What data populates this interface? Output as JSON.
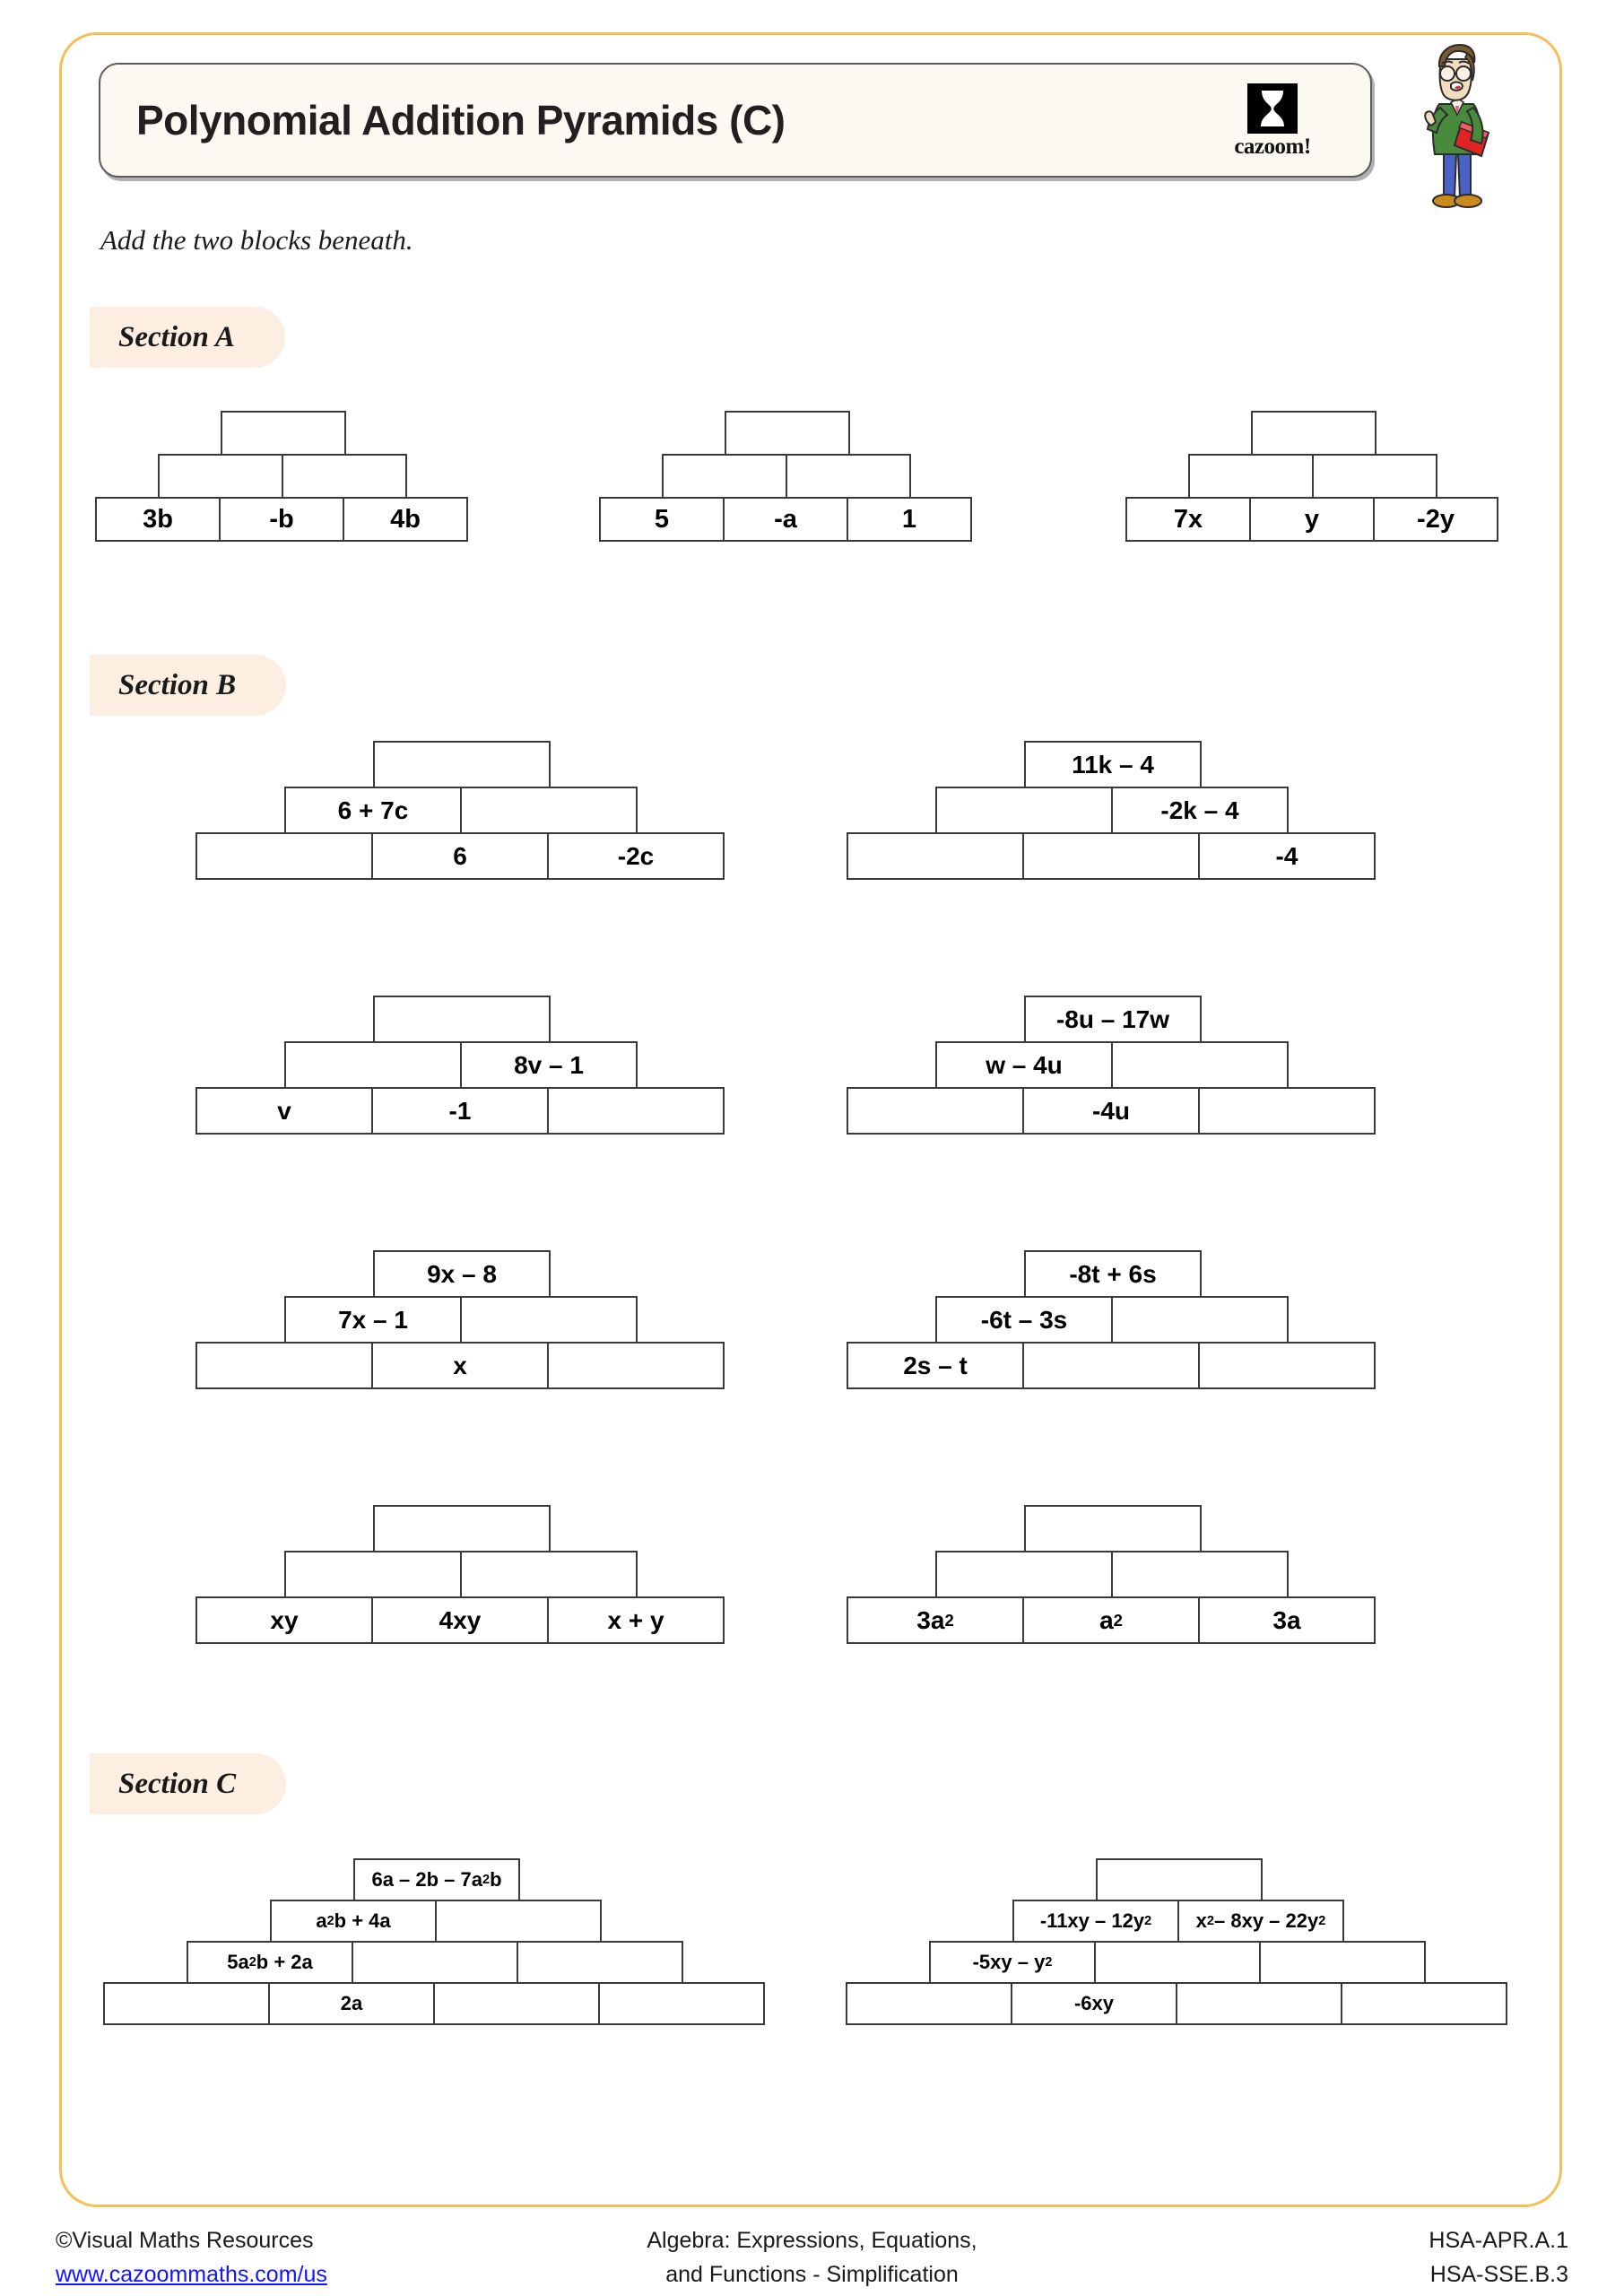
{
  "page": {
    "title": "Polynomial Addition Pyramids (C)",
    "instruction": "Add the two blocks beneath.",
    "border_color": "#f5bf58",
    "section_pill_color": "#fdeee2",
    "title_box_color": "#fbf9f2"
  },
  "logo": {
    "wordmark": "cazoom!",
    "mark_icon": "hourglass-vase-icon",
    "mascot_icon": "teacher-character-icon"
  },
  "sections": [
    {
      "id": "a",
      "label": "Section A"
    },
    {
      "id": "b",
      "label": "Section B"
    },
    {
      "id": "c",
      "label": "Section C"
    }
  ],
  "pyramids": {
    "a1": {
      "rows": [
        [
          ""
        ],
        [
          "",
          ""
        ],
        [
          "3b",
          "-b",
          "4b"
        ]
      ]
    },
    "a2": {
      "rows": [
        [
          ""
        ],
        [
          "",
          ""
        ],
        [
          "5",
          "-a",
          "1"
        ]
      ]
    },
    "a3": {
      "rows": [
        [
          ""
        ],
        [
          "",
          ""
        ],
        [
          "7x",
          "y",
          "-2y"
        ]
      ]
    },
    "b1": {
      "rows": [
        [
          ""
        ],
        [
          "6 + 7c",
          ""
        ],
        [
          "",
          "6",
          "-2c"
        ]
      ]
    },
    "b2": {
      "rows": [
        [
          "11k – 4"
        ],
        [
          "",
          "-2k – 4"
        ],
        [
          "",
          "",
          "-4"
        ]
      ]
    },
    "b3": {
      "rows": [
        [
          ""
        ],
        [
          "",
          "8v – 1"
        ],
        [
          "v",
          "-1",
          ""
        ]
      ]
    },
    "b4": {
      "rows": [
        [
          "-8u – 17w"
        ],
        [
          "w – 4u",
          ""
        ],
        [
          "",
          "-4u",
          ""
        ]
      ]
    },
    "b5": {
      "rows": [
        [
          "9x – 8"
        ],
        [
          "7x – 1",
          ""
        ],
        [
          "",
          "x",
          ""
        ]
      ]
    },
    "b6": {
      "rows": [
        [
          "-8t + 6s"
        ],
        [
          "-6t – 3s",
          ""
        ],
        [
          "2s – t",
          "",
          ""
        ]
      ]
    },
    "b7": {
      "rows": [
        [
          ""
        ],
        [
          "",
          ""
        ],
        [
          "xy",
          "4xy",
          "x + y"
        ]
      ]
    },
    "b8": {
      "rows": [
        [
          ""
        ],
        [
          "",
          ""
        ],
        [
          "3a<sup>2</sup>",
          "a<sup>2</sup>",
          "3a"
        ]
      ]
    },
    "c1": {
      "rows": [
        [
          "6a – 2b – 7a<sup>2</sup>b"
        ],
        [
          "a<sup>2</sup>b + 4a",
          ""
        ],
        [
          "5a<sup>2</sup>b + 2a",
          "",
          ""
        ],
        [
          "",
          "2a",
          "",
          ""
        ]
      ]
    },
    "c2": {
      "rows": [
        [
          ""
        ],
        [
          "-11xy – 12y<sup>2</sup>",
          "x<sup>2</sup> – 8xy – 22y<sup>2</sup>"
        ],
        [
          "-5xy – y<sup>2</sup>",
          "",
          ""
        ],
        [
          "",
          "-6xy",
          "",
          ""
        ]
      ]
    }
  },
  "footer": {
    "copyright": "©Visual Maths Resources",
    "website": "www.cazoommaths.com/us",
    "topic_line1": "Algebra: Expressions, Equations,",
    "topic_line2": "and Functions - Simplification",
    "standard1": "HSA-APR.A.1",
    "standard2": "HSA-SSE.B.3"
  }
}
